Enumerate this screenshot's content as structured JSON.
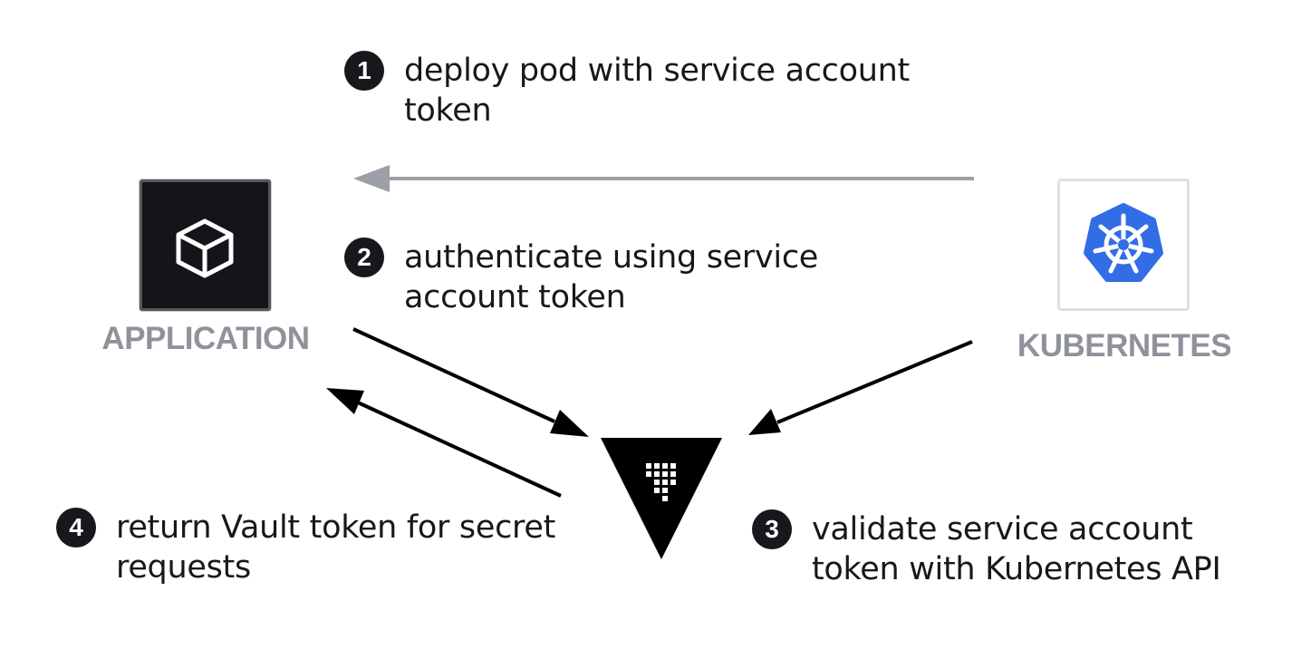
{
  "nodes": {
    "application": {
      "label": "APPLICATION",
      "icon": "cube-icon"
    },
    "kubernetes": {
      "label": "KUBERNETES",
      "icon": "kubernetes-helm-icon",
      "color": "#326de6"
    },
    "vault": {
      "icon": "vault-logo-icon"
    }
  },
  "steps": [
    {
      "number": "1",
      "lines": [
        "deploy pod with service account",
        "token"
      ]
    },
    {
      "number": "2",
      "lines": [
        "authenticate using service",
        "account token"
      ]
    },
    {
      "number": "3",
      "lines": [
        "validate service account",
        "token with Kubernetes API"
      ]
    },
    {
      "number": "4",
      "lines": [
        "return Vault token for secret",
        "requests"
      ]
    }
  ],
  "colors": {
    "text": "#17181c",
    "label_gray": "#8f929a",
    "arrow_gray": "#9d9fa6",
    "arrow_black": "#000000",
    "kubernetes_blue": "#326de6"
  }
}
